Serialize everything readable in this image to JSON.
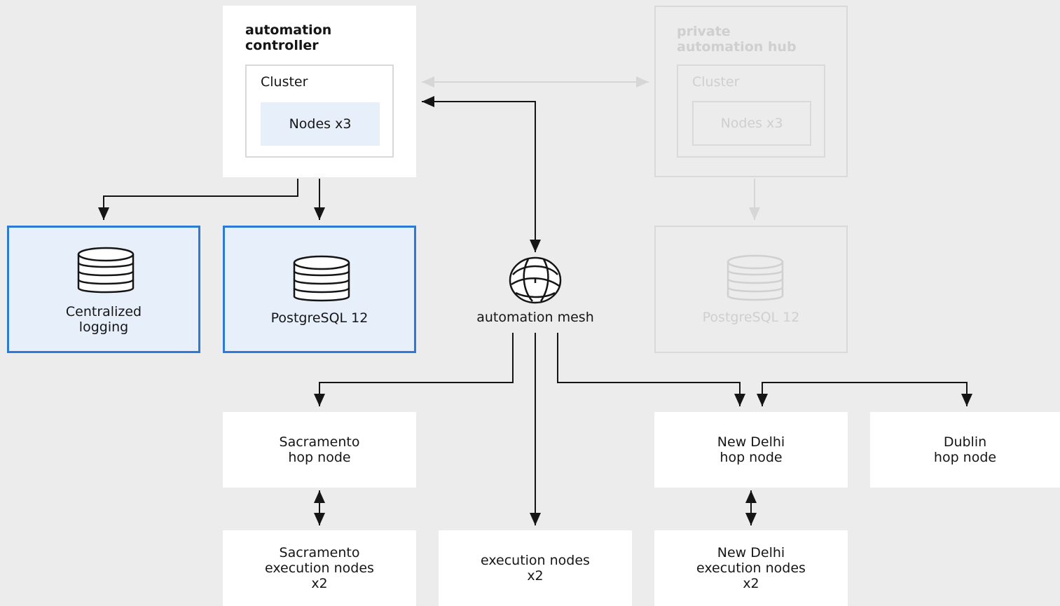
{
  "controller": {
    "title": "automation\ncontroller",
    "cluster_label": "Cluster",
    "nodes_label": "Nodes x3"
  },
  "hub": {
    "title": "private\nautomation hub",
    "cluster_label": "Cluster",
    "nodes_label": "Nodes x3"
  },
  "databases": {
    "logging_label": "Centralized\nlogging",
    "postgres_label": "PostgreSQL 12",
    "hub_postgres_label": "PostgreSQL 12"
  },
  "mesh": {
    "label": "automation mesh"
  },
  "nodes": {
    "sacramento_hop": "Sacramento\nhop node",
    "new_delhi_hop": "New Delhi\nhop node",
    "dublin_hop": "Dublin\nhop node",
    "sacramento_exec": "Sacramento\nexecution nodes\nx2",
    "exec": "execution nodes\nx2",
    "new_delhi_exec": "New Delhi\nexecution nodes\nx2"
  },
  "colors": {
    "background": "#ececec",
    "db_border": "#2b7bd6",
    "db_fill": "#e7f0fa",
    "faded": "#cfcfcf",
    "arrow": "#151515"
  },
  "icons": [
    "database-icon",
    "globe-mesh-icon"
  ]
}
